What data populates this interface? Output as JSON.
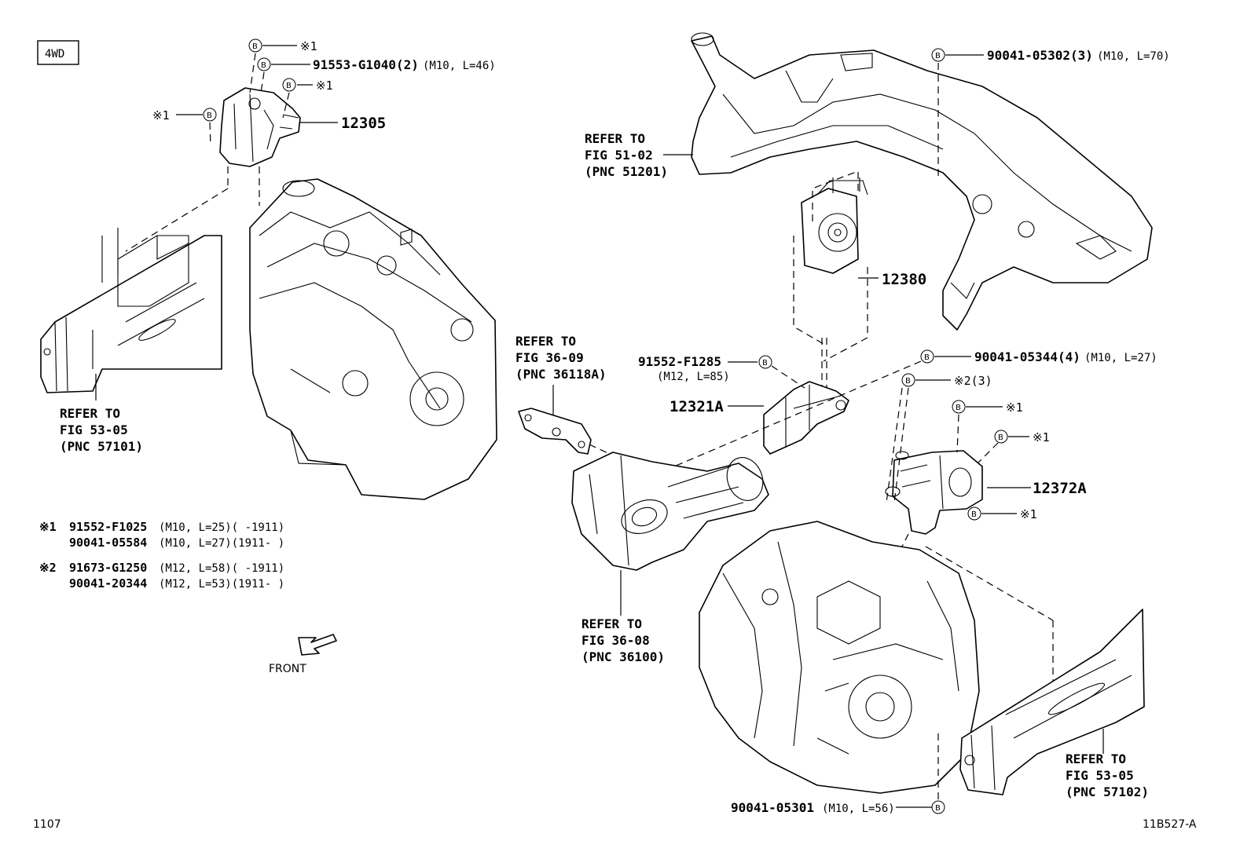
{
  "badge": "4WD",
  "bolt_symbol": "B",
  "parts": {
    "p12305": "12305",
    "p12380": "12380",
    "p12321A": "12321A",
    "p12372A": "12372A"
  },
  "callouts": {
    "top_ref1": "※1",
    "top_bolt_main": "91553-G1040(2)",
    "top_bolt_main_spec": "(M10, L=46)",
    "top_ref1b": "※1",
    "left_ref1": "※1",
    "frame_bolt": "90041-05302(3)",
    "frame_bolt_spec": "(M10, L=70)",
    "bracket_bolt": "91552-F1285",
    "bracket_bolt_spec": "(M12, L=85)",
    "mid_bolt": "90041-05344(4)",
    "mid_bolt_spec": "(M10, L=27)",
    "ref2": "※2(3)",
    "right_ref1a": "※1",
    "right_ref1b": "※1",
    "right_ref1c": "※1",
    "bottom_bolt": "90041-05301",
    "bottom_bolt_spec": "(M10, L=56)"
  },
  "refer": {
    "r5102": [
      "REFER TO",
      "FIG 51-02",
      "(PNC 51201)"
    ],
    "r5305a": [
      "REFER TO",
      "FIG 53-05",
      "(PNC 57101)"
    ],
    "r3609": [
      "REFER TO",
      "FIG 36-09",
      "(PNC 36118A)"
    ],
    "r3608": [
      "REFER TO",
      "FIG 36-08",
      "(PNC 36100)"
    ],
    "r5305b": [
      "REFER TO",
      "FIG 53-05",
      "(PNC 57102)"
    ]
  },
  "notes": {
    "n1_mark": "※1",
    "n1_l1_part": "91552-F1025",
    "n1_l1_spec": "(M10, L=25)(      -1911)",
    "n1_l2_part": "90041-05584",
    "n1_l2_spec": "(M10, L=27)(1911-      )",
    "n2_mark": "※2",
    "n2_l1_part": "91673-G1250",
    "n2_l1_spec": "(M12, L=58)(      -1911)",
    "n2_l2_part": "90041-20344",
    "n2_l2_spec": "(M12, L=53)(1911-      )"
  },
  "front_label": "FRONT",
  "page_code": "1107",
  "figure_code": "11B527-A"
}
